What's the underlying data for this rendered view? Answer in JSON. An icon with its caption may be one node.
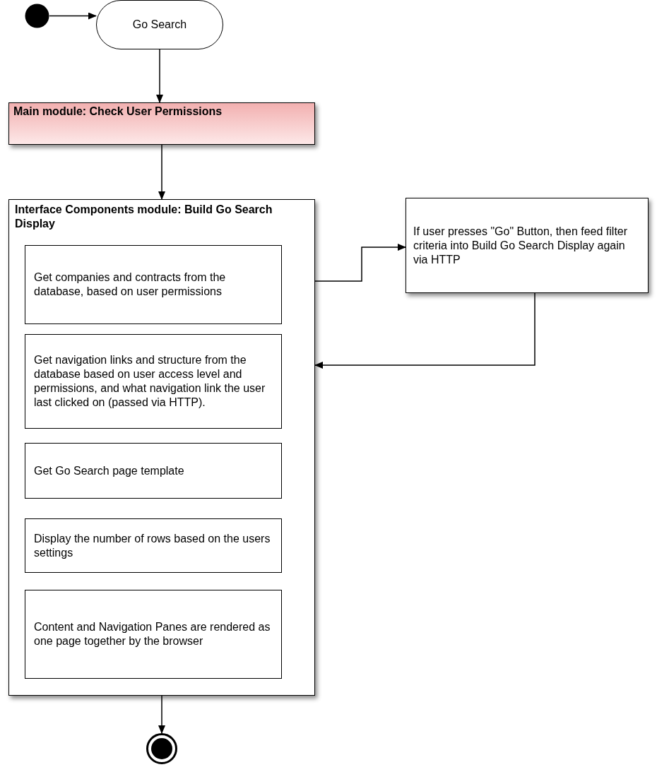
{
  "diagram": {
    "nodes": [
      {
        "text": [],
        "shape": "circle"
      },
      {
        "text": [
          "Go Search"
        ]
      },
      {
        "text": [
          "Main module: Check User Permissions"
        ]
      },
      {
        "text": [
          "Interface Components module: Build Go Search Display"
        ]
      },
      {
        "text": [
          "Get companies and contracts from the database, based on user permissions"
        ],
        "in": 3
      },
      {
        "text": [
          "Get navigation links and structure from the database based on user access level and permissions, and what navigation link the user last clicked on (passed via HTTP)."
        ],
        "in": 3
      },
      {
        "text": [
          "Get Go Search page template"
        ],
        "in": 3
      },
      {
        "text": [
          "Display the number of rows based on the users settings"
        ],
        "in": 3
      },
      {
        "text": [
          "Content and Navigation Panes are rendered as one page together by the browser"
        ],
        "in": 3
      },
      {
        "text": [
          "If user presses \"Go\" Button, then feed filter criteria into Build Go Search Display again via HTTP"
        ]
      },
      {
        "text": [],
        "shape": "bullseye"
      }
    ],
    "edges": [
      {
        "from": 0,
        "to": 1,
        "arrow": "to"
      },
      {
        "from": 1,
        "to": 2,
        "arrow": "to"
      },
      {
        "from": 2,
        "to": 3,
        "arrow": "to"
      },
      {
        "from": 3,
        "to": 9,
        "arrow": "to"
      },
      {
        "from": 9,
        "to": 3,
        "arrow": "to"
      },
      {
        "from": 3,
        "to": 10,
        "arrow": "to"
      }
    ]
  }
}
